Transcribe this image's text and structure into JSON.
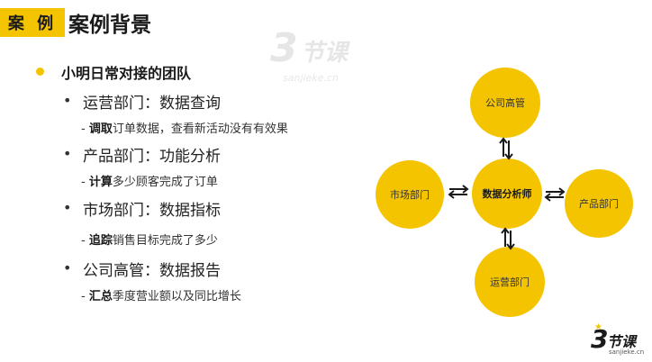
{
  "header": {
    "tag": "案 例",
    "title": "案例背景"
  },
  "watermark": {
    "mark": "3",
    "name": "节课",
    "url": "sanjieke.cn"
  },
  "content": {
    "heading": "小明日常对接的团队",
    "items": [
      {
        "label": "运营部门：数据查询",
        "detail_bold": "调取",
        "detail_rest": "订单数据，查看新活动没有有效果"
      },
      {
        "label": "产品部门：功能分析",
        "detail_bold": "计算",
        "detail_rest": "多少顾客完成了订单"
      },
      {
        "label": "市场部门：数据指标",
        "detail_bold": "追踪",
        "detail_rest": "销售目标完成了多少"
      },
      {
        "label": "公司高管：数据报告",
        "detail_bold": "汇总",
        "detail_rest": "季度营业额以及同比增长"
      }
    ],
    "dash": "-",
    "dot": "•"
  },
  "diagram": {
    "center": "数据分析师",
    "top": "公司高管",
    "left": "市场部门",
    "right": "产品部门",
    "bottom": "运营部门"
  },
  "logo": {
    "mark": "3",
    "name": "节课",
    "url": "sanjieke.cn",
    "star": "★"
  },
  "colors": {
    "accent": "#f5c400",
    "text": "#1a1a1a"
  }
}
